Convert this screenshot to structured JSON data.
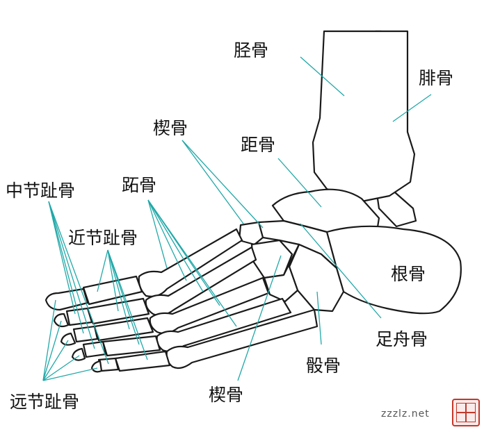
{
  "labels": {
    "tibia": "胫骨",
    "fibula": "腓骨",
    "cuneiform_top": "楔骨",
    "talus": "距骨",
    "metatarsal": "跖骨",
    "middle_phalanx": "中节趾骨",
    "proximal_phalanx": "近节趾骨",
    "calcaneus": "根骨",
    "navicular": "足舟骨",
    "cuboid": "骰骨",
    "cuneiform_bottom": "楔骨",
    "distal_phalanx": "远节趾骨"
  },
  "watermark": "zzzlz.net",
  "colors": {
    "bone_outline": "#1a1a1a",
    "leader_line": "#20a8a8",
    "label_text": "#111111",
    "seal": "#c0392b"
  }
}
